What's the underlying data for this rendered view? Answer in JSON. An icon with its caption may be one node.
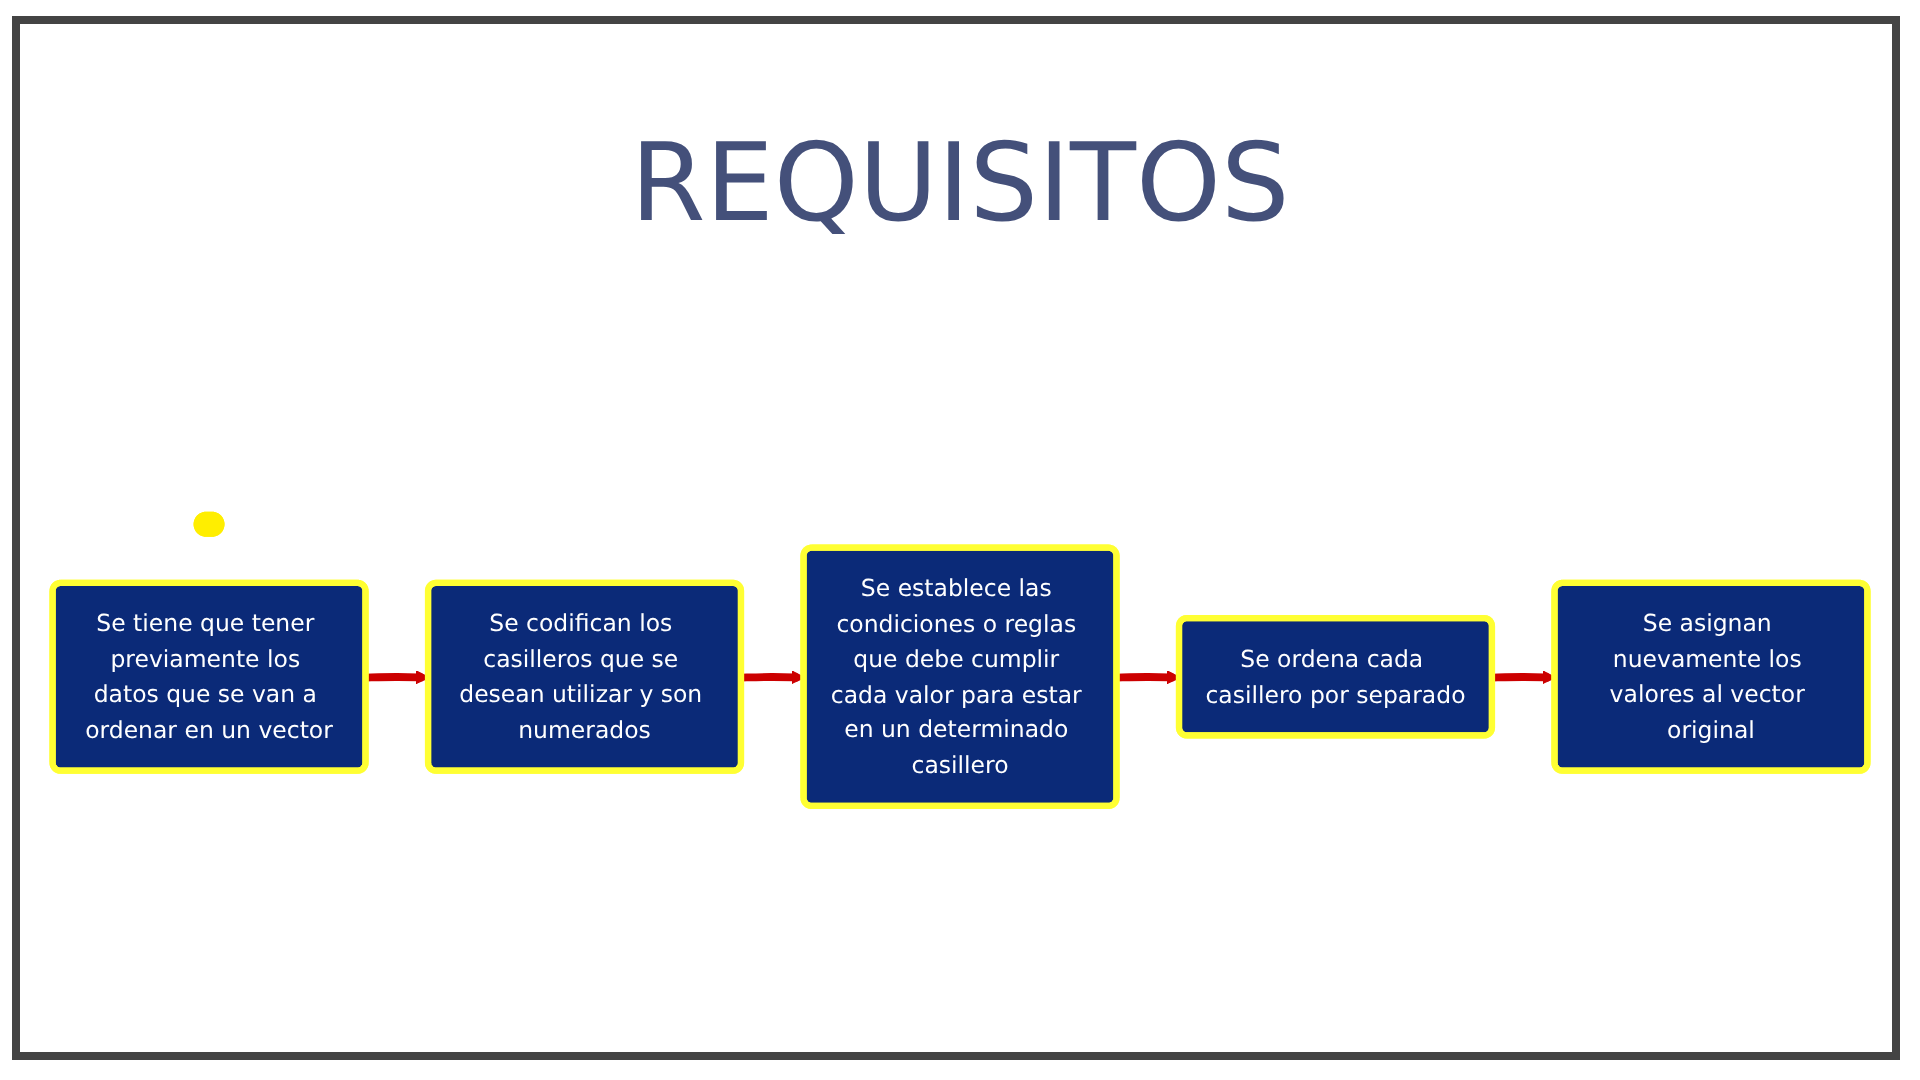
{
  "diagram": {
    "title": "REQUISITOS",
    "nodes": [
      {
        "text": [],
        "shape": "ellipse"
      },
      {
        "text": [
          "Se tiene que tener previamente los datos que se van a ordenar en un vector"
        ]
      },
      {
        "text": [
          "Se codifican los casilleros que se desean utilizar y son numerados"
        ]
      },
      {
        "text": [
          "Se establece las condiciones o reglas que debe cumplir cada valor para estar en un determinado casillero"
        ]
      },
      {
        "text": [
          "Se ordena cada casillero por separado"
        ]
      },
      {
        "text": [
          "Se asignan nuevamente los valores al vector original"
        ]
      }
    ],
    "edges": [
      {
        "from": 1,
        "to": 2,
        "arrow": "to",
        "color": "#cc0000"
      },
      {
        "from": 2,
        "to": 3,
        "arrow": "to",
        "color": "#cc0000"
      },
      {
        "from": 3,
        "to": 4,
        "arrow": "to",
        "color": "#cc0000"
      },
      {
        "from": 4,
        "to": 5,
        "arrow": "to",
        "color": "#cc0000"
      }
    ]
  }
}
